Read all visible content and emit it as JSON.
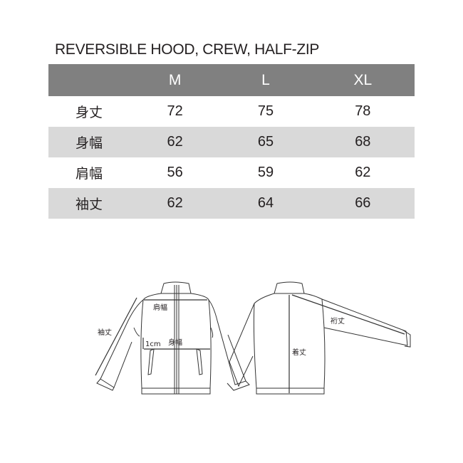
{
  "title": "REVERSIBLE HOOD, CREW, HALF-ZIP",
  "table": {
    "headers": [
      "",
      "M",
      "L",
      "XL"
    ],
    "rows": [
      {
        "label": "身丈",
        "values": [
          "72",
          "75",
          "78"
        ]
      },
      {
        "label": "身幅",
        "values": [
          "62",
          "65",
          "68"
        ]
      },
      {
        "label": "肩幅",
        "values": [
          "56",
          "59",
          "62"
        ]
      },
      {
        "label": "袖丈",
        "values": [
          "62",
          "64",
          "66"
        ]
      }
    ]
  },
  "diagram": {
    "sleeve_length": "袖丈",
    "shoulder_width": "肩幅",
    "offset": "1cm",
    "body_width": "身幅",
    "body_length": "着丈",
    "yuki_length": "裄丈"
  }
}
